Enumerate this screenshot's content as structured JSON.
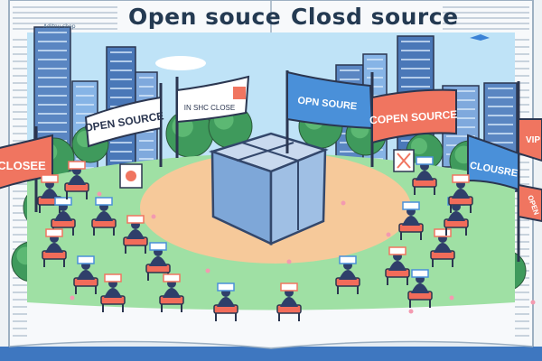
{
  "page": {
    "headline_left": "Open souce",
    "headline_right": "Closd source",
    "left_caption": "Aditny shop"
  },
  "banners": {
    "open_source_flag": "OPEN SOURCE",
    "open_source_right_flag": "COPEN SOURCE",
    "opn_soure_flag": "OPN SOURE",
    "mid_left_flag": "IN SHC CLOSE",
    "closee_flag": "CLOSEE",
    "clousre_flag": "CLOUSRE",
    "edge_flag": "VIP",
    "edge_flag_lower": "OPEN"
  },
  "colors": {
    "sky": "#bfe3f7",
    "grass": "#9fe0a4",
    "sand": "#f6c99a",
    "box": "#7ea7d8",
    "banner_red": "#f07560",
    "banner_blue": "#4a90d9",
    "seat": "#f26c5a",
    "person": "#2f3f6a"
  }
}
